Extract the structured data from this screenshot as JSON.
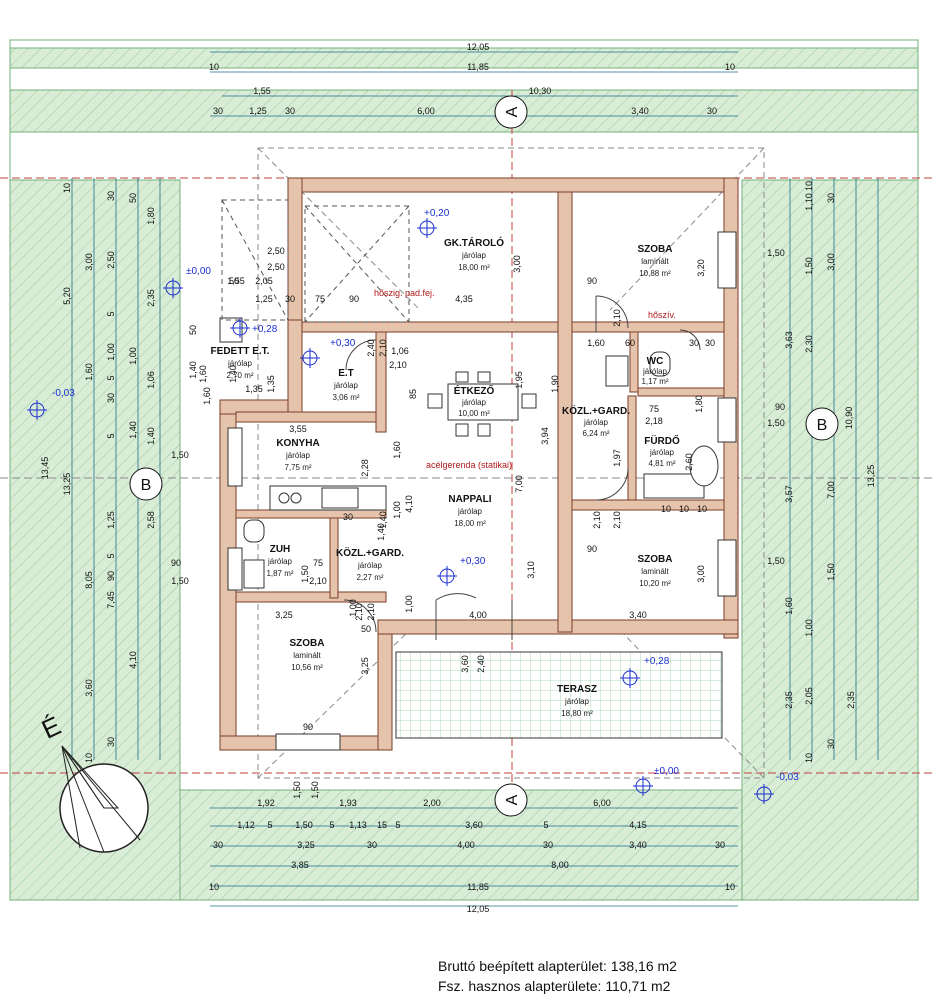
{
  "colors": {
    "grass": "#d8ecd6",
    "grass_line": "#74b07a",
    "wall": "#e6c4ac",
    "wall_line": "#7a3b2a",
    "dim_line": "#1f6f8b",
    "level_marker": "#1b2fd0",
    "axis_line": "#c04040"
  },
  "top_dims": {
    "row1": [
      "12,05"
    ],
    "row2": [
      "10",
      "11,85",
      "10"
    ],
    "row3": [
      "1,55",
      "10,30"
    ],
    "row4": [
      "30",
      "1,25",
      "30",
      "6,00",
      "3,40",
      "30"
    ]
  },
  "bottom_dims": {
    "row1": [
      "1,92",
      "1,93",
      "2,00",
      "6,00"
    ],
    "row2": [
      "1,12",
      "5",
      "1,50",
      "5",
      "1,13",
      "15",
      "5",
      "3,60",
      "5",
      "4,15"
    ],
    "row3": [
      "30",
      "3,25",
      "30",
      "4,00",
      "30",
      "3,40",
      "30"
    ],
    "row4": [
      "3,85",
      "8,00"
    ],
    "row5": [
      "10",
      "11,85",
      "10"
    ],
    "row6": [
      "12,05"
    ],
    "col_labels": [
      "1,50",
      "1,50"
    ]
  },
  "left_dims": {
    "col_a": [
      "10",
      "5,20",
      "13,45"
    ],
    "col_b": [
      "3,00",
      "1,60",
      "13,25",
      "8,05",
      "3,60",
      "10"
    ],
    "col_c": [
      "30",
      "2,50",
      "5",
      "1,00",
      "5",
      "30",
      "5",
      "1,25",
      "5",
      "90",
      "7,45",
      "4,10",
      "30"
    ],
    "col_d": [
      "50",
      "1,80",
      "2,35",
      "1,40",
      "1,06",
      "1,00",
      "1,40",
      "2,58",
      "1,50",
      "1,50"
    ],
    "col_e": [
      "50",
      "1,40",
      "1,60",
      "90",
      "1,55",
      "1,35"
    ]
  },
  "right_dims": {
    "col_a": [
      "10",
      "1,10",
      "1,50",
      "3,00",
      "1,50",
      "3,63",
      "2,30",
      "1,50",
      "3,57",
      "7,00",
      "1,50",
      "1,60",
      "2,35",
      "1,00",
      "2,05",
      "10"
    ],
    "col_b": [
      "30",
      "1,50",
      "10,90",
      "13,25",
      "2,35",
      "30"
    ],
    "col_c": [
      "90"
    ]
  },
  "levels": [
    "+0,20",
    "±0,00",
    "-0,03",
    "+0,28",
    "+0,30",
    "+0,30",
    "+0,28",
    "±0,00",
    "-0,03"
  ],
  "axes": [
    "A",
    "A",
    "B",
    "B"
  ],
  "north_label": "É",
  "rooms": [
    {
      "name": "GK.TÁROLÓ",
      "floor": "járólap",
      "area": "18,00 m²"
    },
    {
      "name": "SZOBA",
      "floor": "laminált",
      "area": "10,88 m²"
    },
    {
      "name": "FEDETT E.T.",
      "floor": "járólap",
      "area": "2,70 m²"
    },
    {
      "name": "E.T",
      "floor": "járólap",
      "area": "3,06 m²"
    },
    {
      "name": "ÉTKEZŐ",
      "floor": "járólap",
      "area": "10,00 m²"
    },
    {
      "name": "WC",
      "floor": "járólap",
      "area": "1,17 m²"
    },
    {
      "name": "KÖZL.+GARD.",
      "floor": "járólap",
      "area": "6,24 m²"
    },
    {
      "name": "FÜRDŐ",
      "floor": "járólap",
      "area": "4,81 m²"
    },
    {
      "name": "KONYHA",
      "floor": "járólap",
      "area": "7,75 m²"
    },
    {
      "name": "NAPPALI",
      "floor": "járólap",
      "area": "18,00 m²"
    },
    {
      "name": "ZUH",
      "floor": "járólap",
      "area": "1,87 m²"
    },
    {
      "name": "KÖZL.+GARD.",
      "floor": "járólap",
      "area": "2,27 m²"
    },
    {
      "name": "SZOBA",
      "floor": "laminált",
      "area": "10,20 m²"
    },
    {
      "name": "SZOBA",
      "floor": "laminált",
      "area": "10,56 m²"
    },
    {
      "name": "TERASZ",
      "floor": "járólap",
      "area": "18,80 m²"
    }
  ],
  "notes": {
    "hoszig": "hőszig. pad.fej.",
    "acelgerenda": "acélgerenda (statikai)",
    "hosziv": "hőszív."
  },
  "inner_dims": [
    "2,50",
    "2,50",
    "2,05",
    "50",
    "1,25",
    "30",
    "75",
    "90",
    "4,35",
    "1,06",
    "2,10",
    "2,10",
    "3,55",
    "1,40",
    "3,00",
    "1,95",
    "7,00",
    "3,94",
    "2,28",
    "2,18",
    "1,97",
    "4,10",
    "3,20",
    "90",
    "1,60",
    "60",
    "30",
    "30",
    "75",
    "2,10",
    "2,10",
    "1,00",
    "1,40",
    "1,00",
    "3,25",
    "3,25",
    "4,00",
    "3,60",
    "2,40",
    "3,40",
    "3,10",
    "90",
    "75",
    "2,10",
    "2,10",
    "2,10",
    "2,60",
    "1,80",
    "1,90",
    "85",
    "1,60",
    "1,35",
    "1,60",
    "90",
    "1,50",
    "50",
    "1,00",
    "30",
    "2,40",
    "2,10",
    "10",
    "10",
    "10",
    "3,00",
    "1,40"
  ],
  "summary": {
    "gross_label": "Bruttó beépített alapterület:",
    "gross_value": "138,16 m2",
    "net_label": "Fsz. hasznos alapterülete:",
    "net_value": "110,71 m2"
  }
}
